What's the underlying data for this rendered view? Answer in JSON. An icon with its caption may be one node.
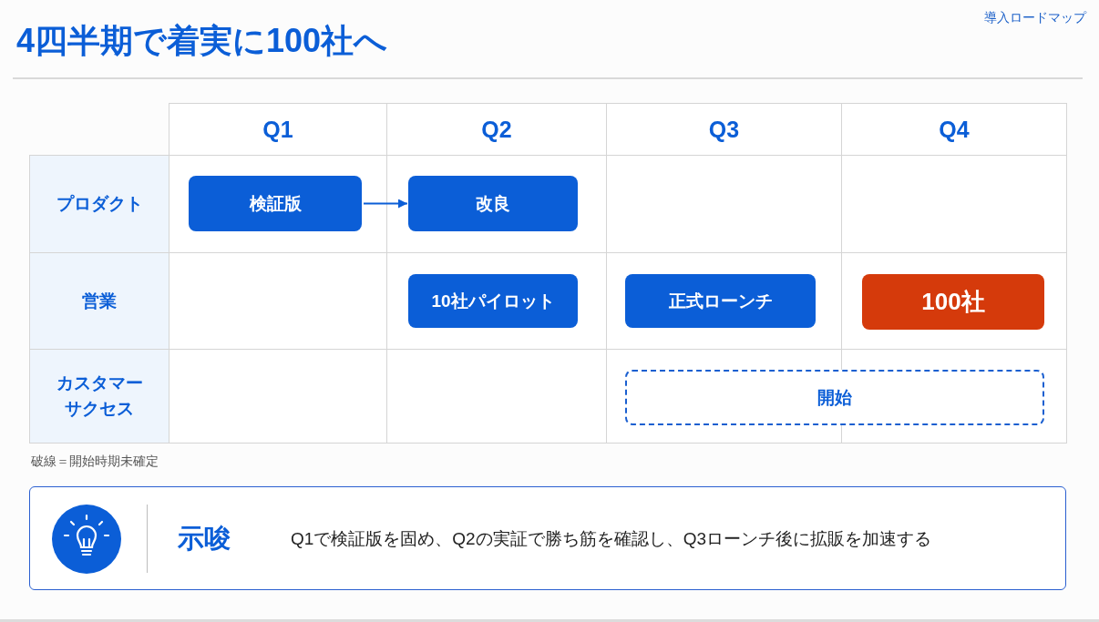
{
  "diagram": {
    "title": "4四半期で着実に100社へ",
    "nodes": [
      {
        "text": [
          "検証版"
        ]
      },
      {
        "text": [
          "改良"
        ]
      },
      {
        "text": [
          "10社パイロット"
        ]
      },
      {
        "text": [
          "正式ローンチ"
        ]
      },
      {
        "text": [
          "100社"
        ]
      },
      {
        "text": [
          "開始"
        ]
      },
      {
        "text": [
          "示唆",
          "Q1で検証版を固め、Q2の実証で勝ち筋を確認し、Q3ローンチ後に拡販を加速する"
        ]
      }
    ],
    "edges": [
      {
        "from": 0,
        "to": 1,
        "arrow": "to"
      }
    ],
    "labels": [
      "導入ロードマップ",
      "Q1",
      "Q2",
      "Q3",
      "Q4",
      "プロダクト",
      "営業",
      "カスタマーサクセス",
      "破線＝開始時期未確定"
    ]
  }
}
